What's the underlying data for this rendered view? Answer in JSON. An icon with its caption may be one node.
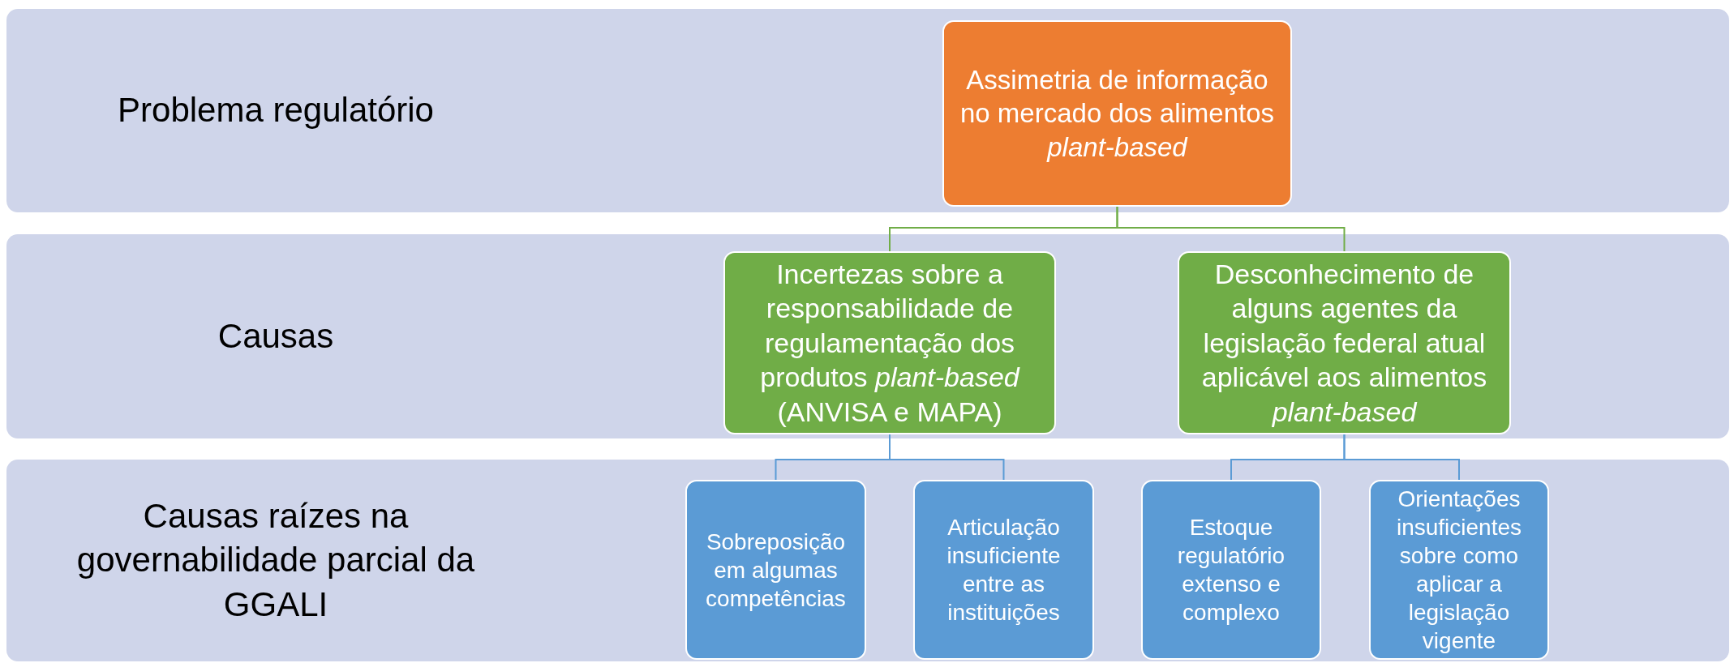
{
  "diagram": {
    "nodes": [
      {
        "text": [
          "Problema regulatório"
        ]
      },
      {
        "text": [
          "Assimetria de informação no mercado dos alimentos *plant-based*"
        ],
        "in": 0
      },
      {
        "text": [
          "Causas"
        ]
      },
      {
        "text": [
          "Incertezas sobre a responsabilidade de regulamentação dos produtos *plant-based* (ANVISA e MAPA)"
        ],
        "in": 2
      },
      {
        "text": [
          "Desconhecimento de alguns agentes da legislação federal atual aplicável aos alimentos *plant-based*"
        ],
        "in": 2
      },
      {
        "text": [
          "Causas raízes na governabilidade parcial da GGALI"
        ]
      },
      {
        "text": [
          "Sobreposição em algumas competências"
        ],
        "in": 5
      },
      {
        "text": [
          "Articulação insuficiente entre as instituições"
        ],
        "in": 5
      },
      {
        "text": [
          "Estoque regulatório extenso e complexo"
        ],
        "in": 5
      },
      {
        "text": [
          "Orientações insuficientes sobre como aplicar a legislação vigente"
        ],
        "in": 5
      }
    ],
    "edges": [
      {
        "from": 1,
        "to": 3,
        "arrow": "none",
        "color": "#70ad47"
      },
      {
        "from": 1,
        "to": 4,
        "arrow": "none",
        "color": "#70ad47"
      },
      {
        "from": 3,
        "to": 6,
        "arrow": "none"
      },
      {
        "from": 3,
        "to": 7,
        "arrow": "none"
      },
      {
        "from": 4,
        "to": 8,
        "arrow": "none"
      },
      {
        "from": 4,
        "to": 9,
        "arrow": "none"
      }
    ]
  }
}
